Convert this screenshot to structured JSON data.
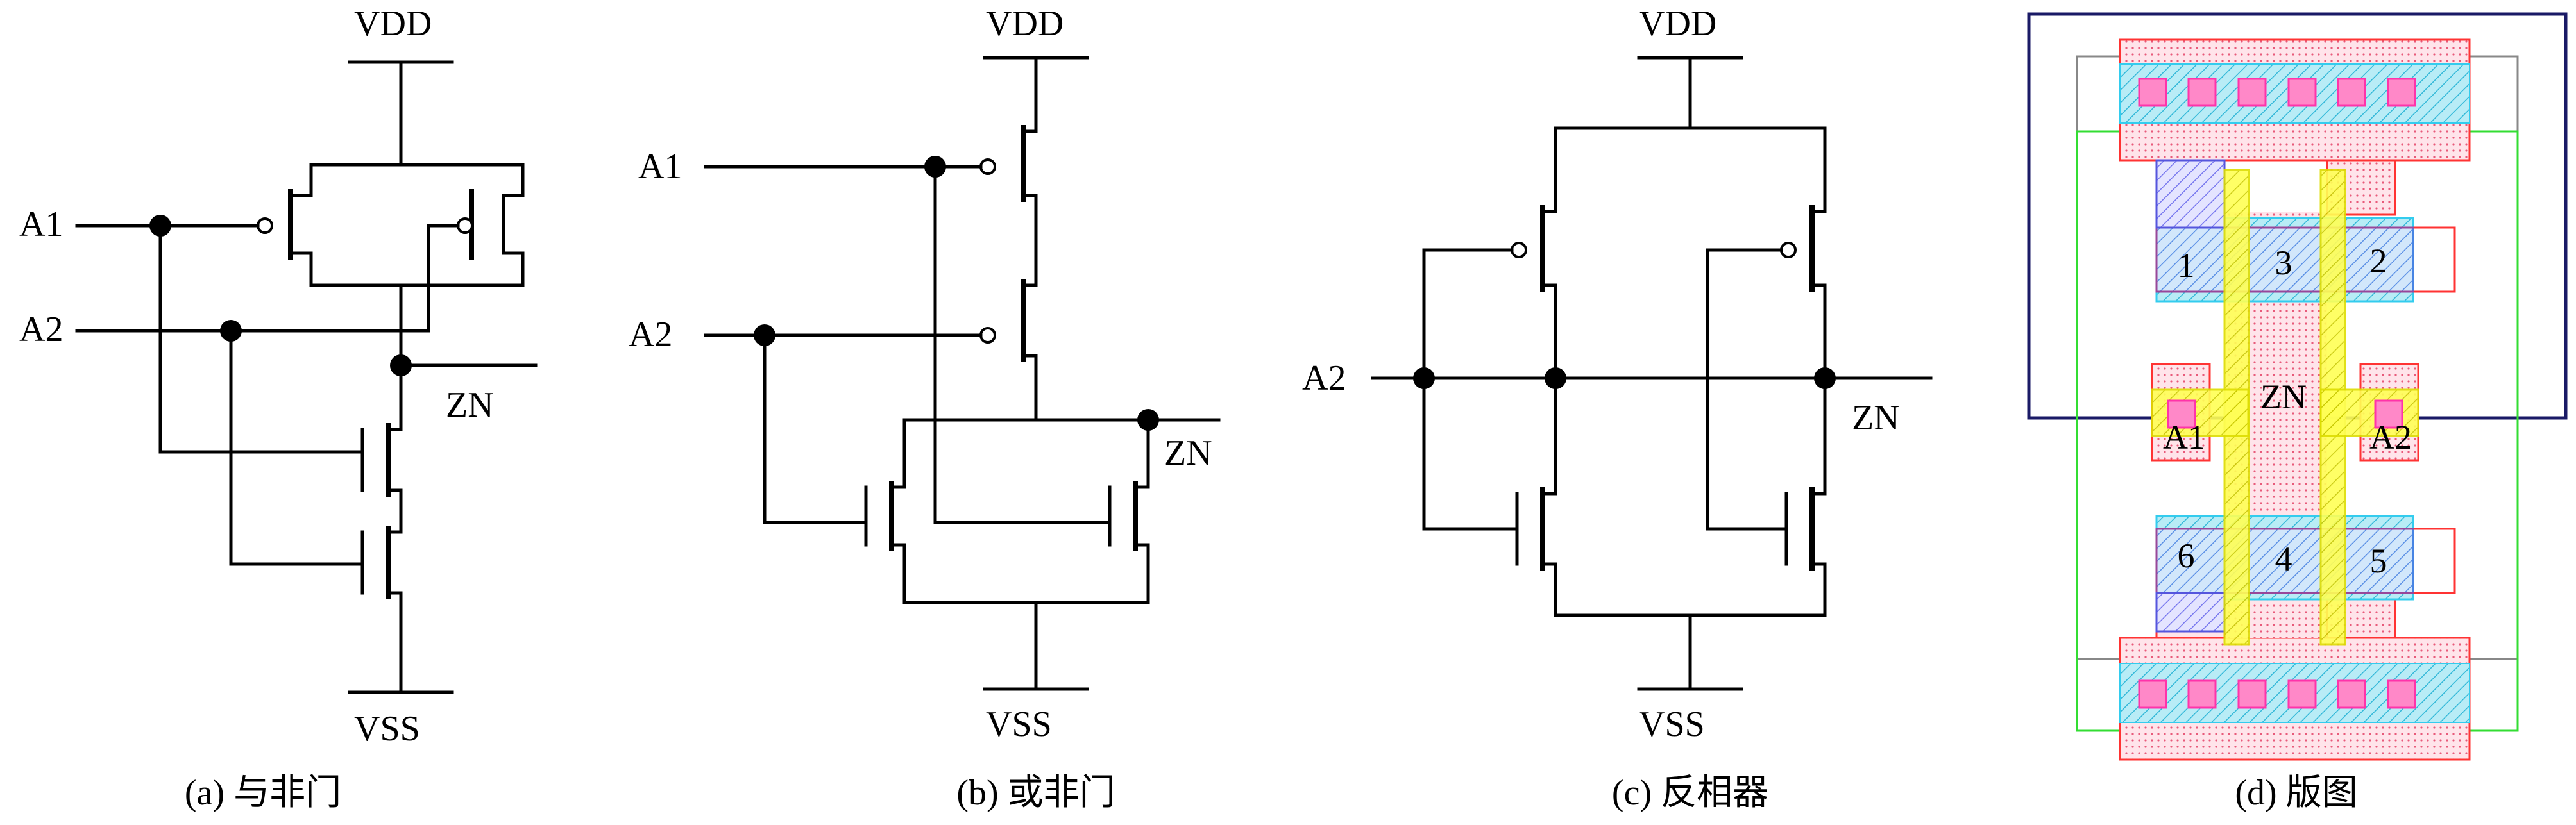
{
  "nand": {
    "vdd": "VDD",
    "vss": "VSS",
    "in1": "A1",
    "in2": "A2",
    "out": "ZN",
    "caption": "(a) 与非门"
  },
  "nor": {
    "vdd": "VDD",
    "vss": "VSS",
    "in1": "A1",
    "in2": "A2",
    "out": "ZN",
    "caption": "(b) 或非门"
  },
  "inverter": {
    "vdd": "VDD",
    "vss": "VSS",
    "in": "A2",
    "out": "ZN",
    "caption": "(c) 反相器"
  },
  "layout": {
    "labels": [
      "1",
      "3",
      "2",
      "6",
      "4",
      "5"
    ],
    "in1": "A1",
    "in2": "A2",
    "out": "ZN",
    "caption": "(d) 版图",
    "colors": {
      "metal_outline": "#ff3333",
      "metal_fill": "#ffd6dc",
      "diffusion": "#33ccee",
      "poly": "#ffff33",
      "contact": "#ff66bb",
      "nwell": "#1a1a66",
      "gray_box": "#888888",
      "green_box": "#33dd33",
      "blue_hatch": "#6666ee"
    }
  }
}
